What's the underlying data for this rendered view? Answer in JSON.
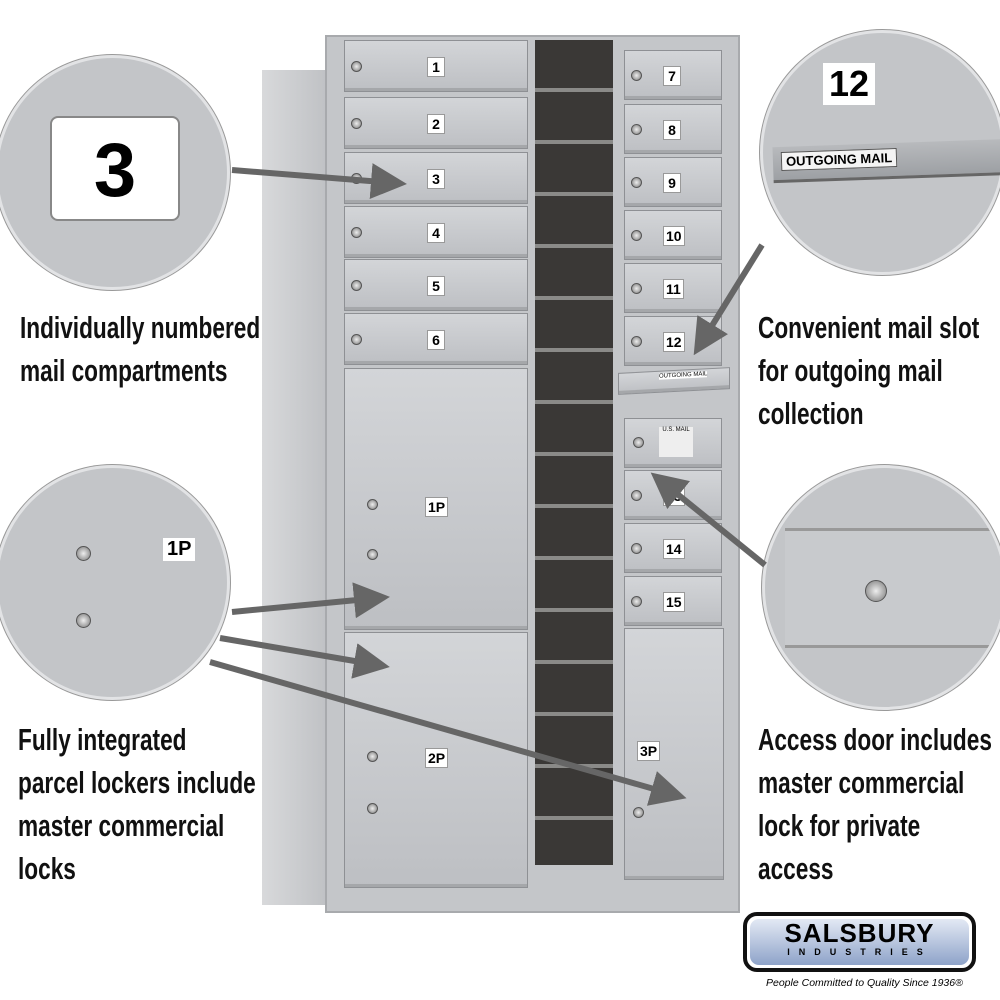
{
  "left_doors": [
    {
      "label": "1"
    },
    {
      "label": "2"
    },
    {
      "label": "3"
    },
    {
      "label": "4"
    },
    {
      "label": "5"
    },
    {
      "label": "6"
    }
  ],
  "right_doors": [
    {
      "label": "7"
    },
    {
      "label": "8"
    },
    {
      "label": "9"
    },
    {
      "label": "10"
    },
    {
      "label": "11"
    },
    {
      "label": "12"
    }
  ],
  "lower_right_doors": [
    {
      "label": "13"
    },
    {
      "label": "14"
    },
    {
      "label": "15"
    }
  ],
  "parcels": {
    "p1": "1P",
    "p2": "2P",
    "p3": "3P"
  },
  "outgoing_label": "OUTGOING MAIL",
  "usmail_label": "U.S. MAIL",
  "zoom_callouts": {
    "number": "3",
    "number12": "12",
    "outgoing": "OUTGOING MAIL",
    "parcel": "1P"
  },
  "captions": {
    "numbered": "Individually numbered mail compartments",
    "outgoing": "Convenient mail slot for outgoing mail collection",
    "parcel": "Fully integrated parcel lockers include master commercial locks",
    "access": "Access door includes master commercial lock for private access"
  },
  "logo": {
    "brand": "SALSBURY",
    "sub": "INDUSTRIES",
    "tagline": "People Committed to Quality Since 1936®"
  }
}
